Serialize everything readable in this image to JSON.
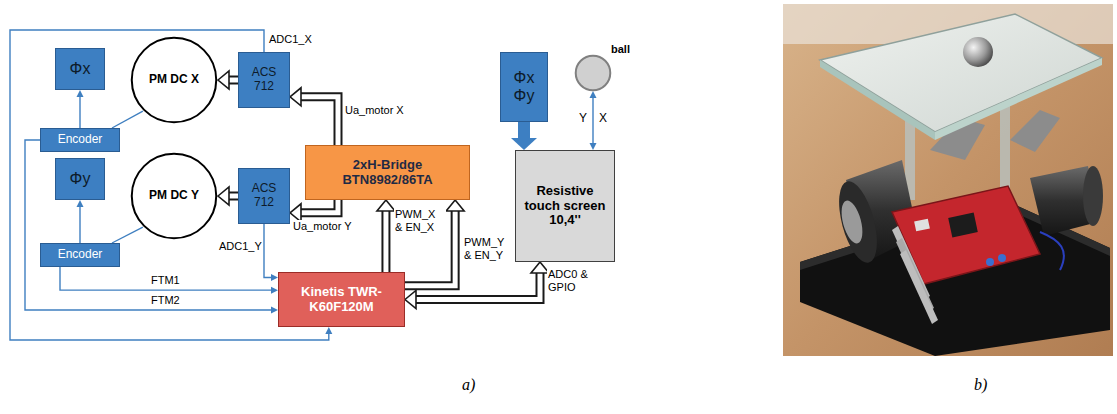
{
  "diagram": {
    "nodes": [
      {
        "text": [
          "Encoder"
        ]
      },
      {
        "text": [
          "Φx"
        ]
      },
      {
        "text": [
          "PM DC X"
        ]
      },
      {
        "text": [
          "ACS 712"
        ]
      },
      {
        "text": [
          "Encoder"
        ]
      },
      {
        "text": [
          "Φy"
        ]
      },
      {
        "text": [
          "PM DC Y"
        ]
      },
      {
        "text": [
          "ACS 712"
        ]
      },
      {
        "text": [
          "2xH-Bridge BTN8982/86TA"
        ]
      },
      {
        "text": [
          "Kinetis TWR-K60F120M"
        ]
      },
      {
        "text": [
          "Φx",
          "Φy"
        ]
      },
      {
        "text": [
          "ball"
        ]
      },
      {
        "text": [
          "Resistive touch screen 10,4''"
        ]
      }
    ],
    "edges": [
      {
        "from": 0,
        "to": 1,
        "arrow": "to"
      },
      {
        "from": 0,
        "to": 2,
        "arrow": "none"
      },
      {
        "from": 3,
        "to": 2,
        "arrow": "to"
      },
      {
        "from": 8,
        "to": 3,
        "arrow": "to",
        "label": "Ua_motor X"
      },
      {
        "from": 4,
        "to": 5,
        "arrow": "to"
      },
      {
        "from": 4,
        "to": 6,
        "arrow": "none"
      },
      {
        "from": 7,
        "to": 6,
        "arrow": "to"
      },
      {
        "from": 8,
        "to": 7,
        "arrow": "to",
        "label": "Ua_motor Y"
      },
      {
        "from": 9,
        "to": 8,
        "arrow": "to",
        "label": "PWM_X & EN_X"
      },
      {
        "from": 9,
        "to": 8,
        "arrow": "to",
        "label": "PWM_Y & EN_Y"
      },
      {
        "from": 12,
        "to": 9,
        "arrow": "both",
        "label": "ADC0 & GPIO"
      },
      {
        "from": 10,
        "to": 12,
        "arrow": "to"
      },
      {
        "from": 11,
        "to": 12,
        "arrow": "both"
      },
      {
        "from": 4,
        "to": 9,
        "arrow": "to",
        "label": "FTM1"
      },
      {
        "from": 0,
        "to": 9,
        "arrow": "to",
        "label": "FTM2"
      },
      {
        "from": 3,
        "to": 9,
        "arrow": "to",
        "label": "ADC1_X"
      },
      {
        "from": 7,
        "to": 9,
        "arrow": "to",
        "label": "ADC1_Y"
      }
    ],
    "labels": [
      "Y",
      "X",
      "a)",
      "b)"
    ]
  }
}
